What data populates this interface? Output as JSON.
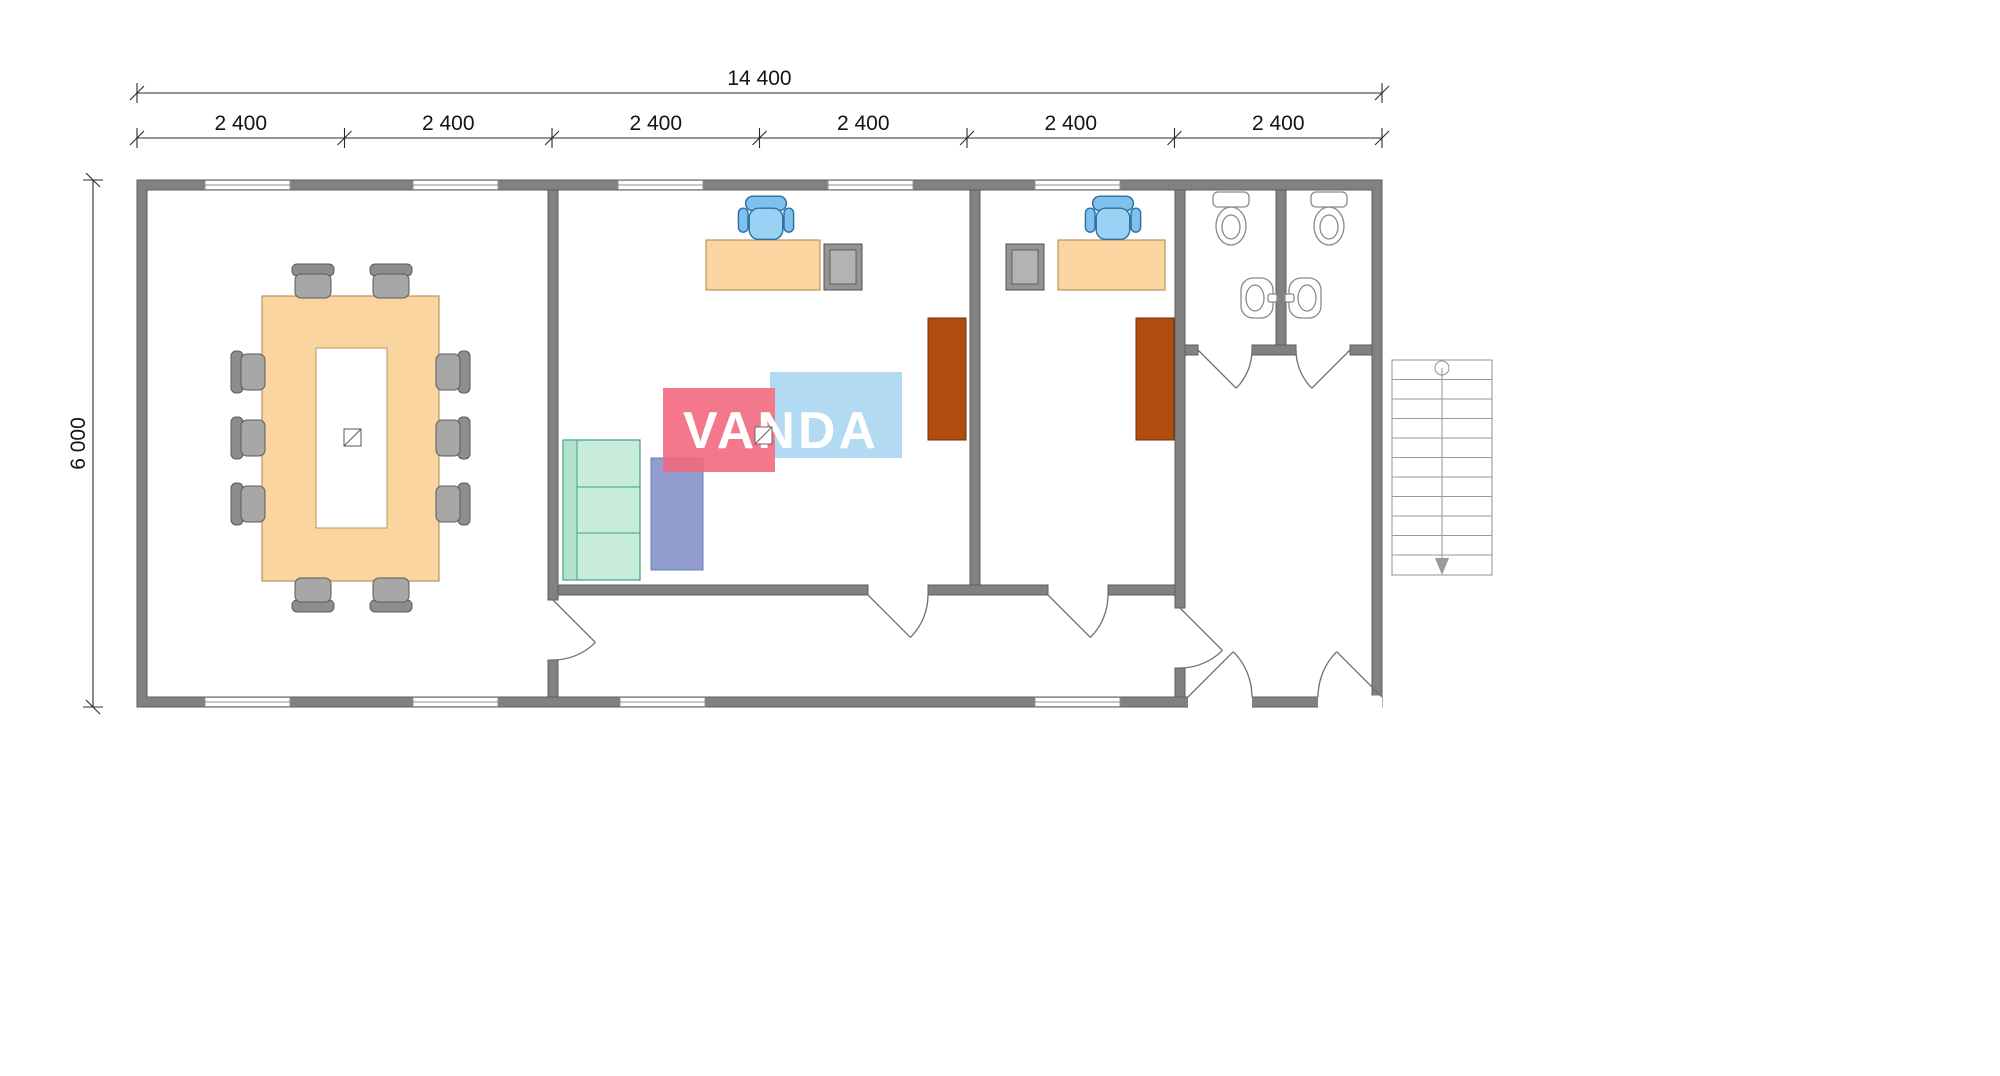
{
  "dimensions": {
    "overall_width_label": "14 400",
    "height_label": "6 000",
    "segment_labels": [
      "2 400",
      "2 400",
      "2 400",
      "2 400",
      "2 400",
      "2 400"
    ]
  },
  "watermark": {
    "text": "VANDA"
  },
  "icons": {
    "furniture": [
      "conference-table",
      "conference-chair",
      "office-desk",
      "office-chair",
      "file-cabinet",
      "tall-cabinet",
      "sofa",
      "rug",
      "toilet",
      "sink",
      "staircase"
    ]
  },
  "colors": {
    "wall": "#818181",
    "wall-edge": "#5e5e5e",
    "desk": "#fbd5a0",
    "chair-blue": "#7fc0ee",
    "cabinet-brown": "#b24b10",
    "sofa": "#c7ecdb",
    "rug": "#8593c9",
    "logo-pink": "#f26a80",
    "logo-blue": "#aad7f2"
  }
}
